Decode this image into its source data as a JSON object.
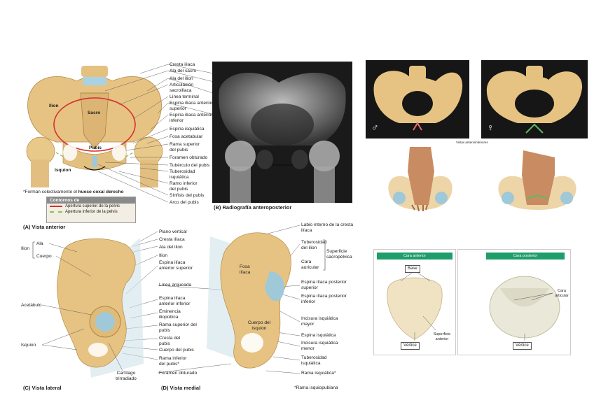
{
  "panel_a": {
    "labels_left": {
      "ilion": "Ilion",
      "sacro": "Sacro",
      "pubis": "Pubis",
      "isquion": "Isquion"
    },
    "labels_right": [
      "Cresta iliaca",
      "Ala del sacro",
      "Ala del ilion",
      "Articulación sacroilíaca",
      "Línea terminal",
      "Espina ilíaca anterior superior",
      "Espina ilíaca anterior inferior",
      "Espina isquiática",
      "Fosa acetabular",
      "Rama superior del pubis",
      "Foramen obturado",
      "Tubérculo del pubis",
      "Tuberosidad isquiática",
      "Ramo inferior del pubis",
      "Sínfisis del pubis",
      "Arco del pubis"
    ],
    "footnote_prefix": "*Forman colectivamente el ",
    "footnote_bold": "hueso coxal derecho",
    "legend_title": "Contornos de",
    "legend_items": [
      "Apertura superior de la pelvis",
      "Apertura inferior de la pelvis"
    ],
    "caption_letter": "(A)",
    "caption_text": "Vista anterior",
    "colors": {
      "bone": "#e8c98a",
      "sacrum_ring": "#d62f2f",
      "outlet": "#8bbf5a",
      "cartilage": "#9fc8d8"
    }
  },
  "panel_b": {
    "caption_letter": "(B)",
    "caption_text": "Radiografía anteroposterior"
  },
  "panel_top_right": {
    "male_symbol": "♂",
    "female_symbol": "♀",
    "subcaption": "Vistas anterioinferiores"
  },
  "panel_c": {
    "labels": {
      "ilion": "Ilion",
      "ala": "Ala",
      "cuerpo": "Cuerpo",
      "acetabulo": "Acetábulo",
      "isquion": "Isquion",
      "cartilago": "Cartílago trirradiado"
    },
    "caption_letter": "(C)",
    "caption_text": "Vista lateral"
  },
  "panel_middle_labels": [
    "Plano vertical",
    "Cresta ilíaca",
    "Ala del ilion",
    "Ilion",
    "Espina ilíaca anterior superior",
    "Línea arqueada",
    "Espina ilíaca anterior inferior",
    "Eminencia iliopúbica",
    "Rama superior del pubis",
    "Cresta del pubis",
    "Cuerpo del pubis",
    "Rama inferior del pubis*",
    "Foramen obturado"
  ],
  "panel_d": {
    "inner_labels": {
      "fosa": "Fosa ilíaca",
      "cuerpo": "Cuerpo del isquion"
    },
    "labels_right": [
      "Labio interno de la cresta ilíaca",
      "Tuberosidad del ilion",
      "Cara auricular",
      "Superficie sacropélvica",
      "Espina ilíaca posterior superior",
      "Espina ilíaca posterior inferior",
      "Incisura isquiática mayor",
      "Espina isquiática",
      "Incisura isquiática menor",
      "Tuberosidad isquiática",
      "Rama isquiática*"
    ],
    "footnote": "*Rama isquiopubiana",
    "caption_letter": "(D)",
    "caption_text": "Vista medial"
  },
  "panel_patella": {
    "left_header": "Cara anterior",
    "right_header": "Cara posterior",
    "base": "Base",
    "vertice_left": "Vértice",
    "sup_anterior": "Superficie anterior",
    "cara_articular": "Cara articular",
    "vertice_right": "Vértice",
    "colors": {
      "header": "#1f9d6a",
      "bone": "#efe3c4"
    }
  }
}
